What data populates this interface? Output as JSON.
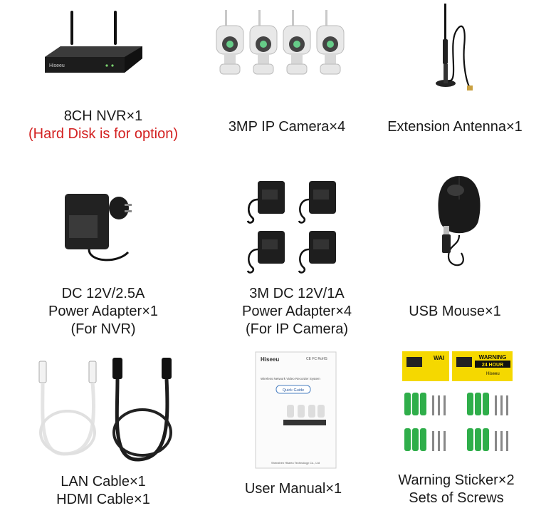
{
  "items": [
    {
      "lines": [
        "8CH NVR×1"
      ],
      "note": "(Hard Disk is for option)",
      "icon": "nvr-recorder-icon"
    },
    {
      "lines": [
        "3MP IP Camera×4"
      ],
      "icon": "ip-camera-icon"
    },
    {
      "lines": [
        "Extension Antenna×1"
      ],
      "icon": "antenna-icon"
    },
    {
      "lines": [
        "DC 12V/2.5A",
        "Power Adapter×1",
        "(For NVR)"
      ],
      "icon": "power-adapter-icon"
    },
    {
      "lines": [
        "3M DC 12V/1A",
        "Power Adapter×4",
        "(For IP Camera)"
      ],
      "icon": "power-adapter-icon"
    },
    {
      "lines": [
        "USB Mouse×1"
      ],
      "icon": "usb-mouse-icon"
    },
    {
      "lines": [
        "LAN Cable×1",
        "HDMI Cable×1"
      ],
      "icon": "cable-icon"
    },
    {
      "lines": [
        "User Manual×1"
      ],
      "icon": "manual-icon"
    },
    {
      "lines": [
        "Warning Sticker×2",
        "Sets of Screws"
      ],
      "icon": "sticker-icon"
    }
  ],
  "nvr_logo": "Hiseeu",
  "manual": {
    "brand": "Hiseeu",
    "marks": "CE FC RoHS",
    "subtitle": "Wireless Network Video Recorder System",
    "button": "Quick Guide",
    "footer": "Shenzhen Hiseeu Technology Co., Ltd"
  },
  "sticker": {
    "warning": "WARNING",
    "sub": "24 HOUR",
    "brand": "Hiseeu",
    "wai": "WAI"
  },
  "colors": {
    "red_note": "#d32020",
    "sticker_yellow": "#f5d800",
    "screw_green": "#2fae4a"
  }
}
